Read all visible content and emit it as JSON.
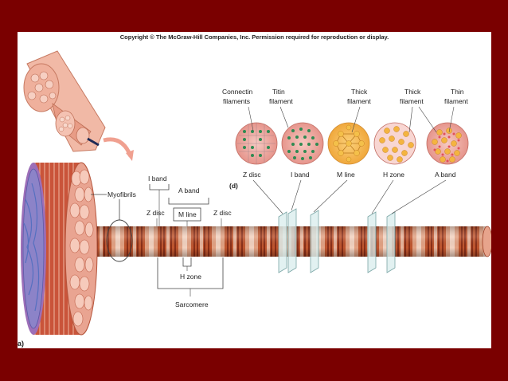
{
  "copyright": "Copyright © The McGraw-Hill Companies, Inc. Permission required for reproduction or display.",
  "labels": {
    "connectin_filaments_line1": "Connectin",
    "connectin_filaments_line2": "filaments",
    "titin_filament_line1": "Titin",
    "titin_filament_line2": "filament",
    "thick_filament_1_line1": "Thick",
    "thick_filament_1_line2": "filament",
    "thick_filament_2_line1": "Thick",
    "thick_filament_2_line2": "filament",
    "thin_filament_line1": "Thin",
    "thin_filament_line2": "filament",
    "panel_d": "(d)",
    "panel_a": "a)",
    "xs_z_disc": "Z disc",
    "xs_i_band": "I band",
    "xs_m_line": "M line",
    "xs_h_zone": "H zone",
    "xs_a_band": "A band",
    "myofibrils": "Myofibrils",
    "i_band": "I band",
    "a_band": "A band",
    "z_disc_left": "Z disc",
    "m_line": "M line",
    "z_disc_right": "Z disc",
    "h_zone": "H zone",
    "sarcomere": "Sarcomere"
  },
  "colors": {
    "frame": "#7a0000",
    "muscle_red": "#b8492c",
    "muscle_light": "#e8a890",
    "muscle_pale": "#f2cdb8",
    "fiber_blue": "#6c7fc0",
    "xs_pink": "#f4b9b4",
    "xs_gold": "#f2b64a",
    "dot_green": "#2f8a52",
    "dot_orange": "#e89a2a"
  }
}
